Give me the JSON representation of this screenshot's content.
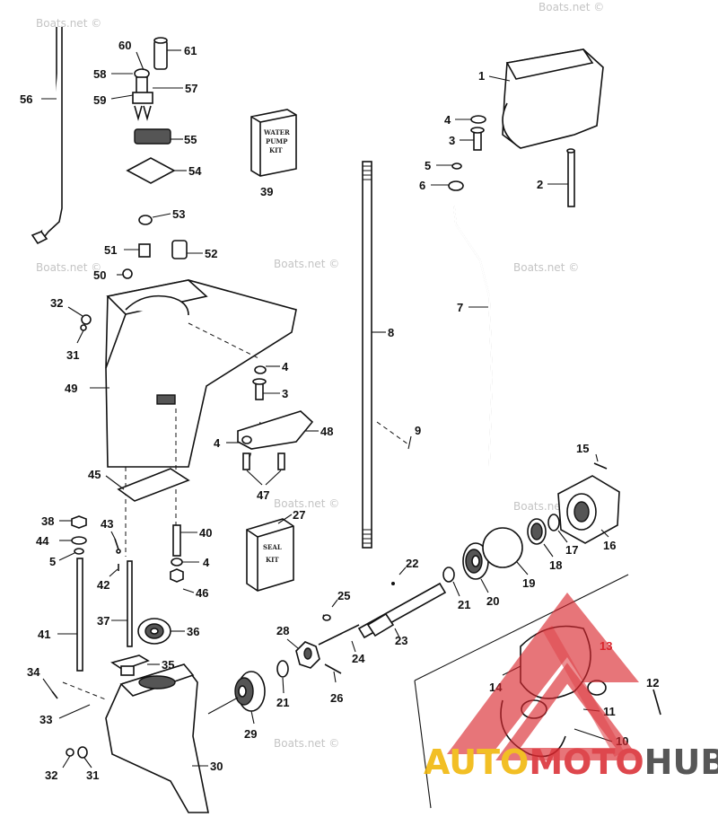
{
  "watermarks": [
    "Boats.net ©",
    "Boats.net ©",
    "Boats.net ©",
    "Boats.net ©",
    "Boats.net ©",
    "Boats.net ©",
    "Boats.net ©",
    "Boats.net ©"
  ],
  "kits": {
    "water_pump_kit": [
      "WATER",
      "PUMP",
      "KIT"
    ],
    "seal_kit": [
      "SEAL",
      "KIT"
    ]
  },
  "brand": {
    "part1": "AUTO",
    "part2": "MOTO",
    "part3": "HUB",
    "red": "#d9272e",
    "yellow": "#f0b400",
    "dark": "#3a3a3a"
  },
  "callouts": [
    "60",
    "61",
    "58",
    "57",
    "59",
    "56",
    "55",
    "54",
    "39",
    "53",
    "52",
    "51",
    "50",
    "32",
    "31",
    "49",
    "1",
    "4",
    "3",
    "5",
    "6",
    "2",
    "7",
    "8",
    "4",
    "3",
    "48",
    "4",
    "47",
    "9",
    "45",
    "27",
    "38",
    "43",
    "40",
    "44",
    "5",
    "4",
    "42",
    "46",
    "41",
    "37",
    "36",
    "35",
    "34",
    "33",
    "32",
    "31",
    "30",
    "29",
    "21",
    "28",
    "26",
    "24",
    "25",
    "23",
    "22",
    "21",
    "20",
    "19",
    "18",
    "17",
    "16",
    "15",
    "14",
    "13",
    "12",
    "11",
    "10"
  ]
}
